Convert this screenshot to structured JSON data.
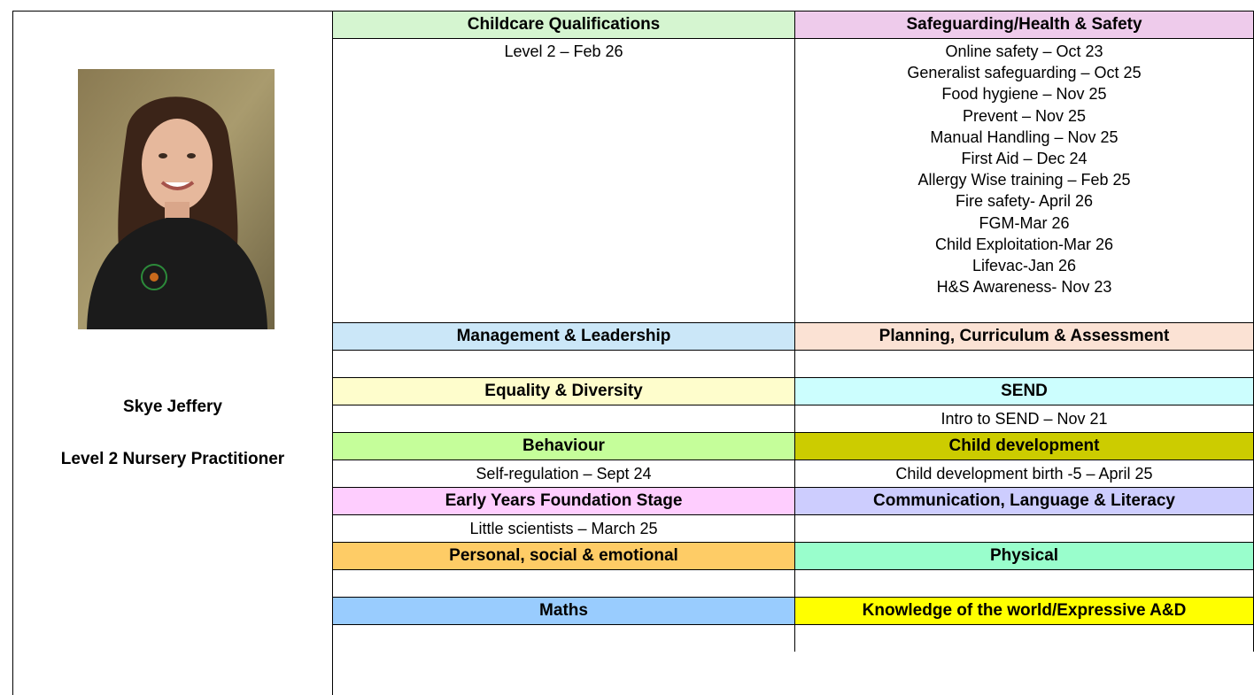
{
  "profile": {
    "name": "Skye Jeffery",
    "role": "Level 2 Nursery Practitioner",
    "photo_icon": "portrait-photo"
  },
  "sections": {
    "childcare_qualifications": {
      "title": "Childcare Qualifications",
      "color": "#d5f5d0",
      "items": [
        "Level 2 – Feb 26"
      ]
    },
    "safeguarding": {
      "title": "Safeguarding/Health & Safety",
      "color": "#eecbeb",
      "items": [
        "Online safety – Oct 23",
        "Generalist safeguarding – Oct 25",
        "Food hygiene – Nov 25",
        "Prevent – Nov 25",
        "Manual Handling – Nov 25",
        "First Aid – Dec 24",
        "Allergy Wise training – Feb 25",
        "Fire safety- April 26",
        "FGM-Mar 26",
        "Child Exploitation-Mar 26",
        "Lifevac-Jan 26",
        "H&S Awareness- Nov 23"
      ]
    },
    "management": {
      "title": "Management & Leadership",
      "color": "#cbe7f8",
      "items": []
    },
    "planning": {
      "title": "Planning, Curriculum & Assessment",
      "color": "#fbe2d4",
      "items": []
    },
    "equality": {
      "title": "Equality & Diversity",
      "color": "#fefdcc",
      "items": []
    },
    "send": {
      "title": "SEND",
      "color": "#ccfefe",
      "items": [
        "Intro to SEND – Nov 21"
      ]
    },
    "behaviour": {
      "title": "Behaviour",
      "color": "#c5fe9a",
      "items": [
        "Self-regulation – Sept 24"
      ]
    },
    "child_development": {
      "title": "Child development",
      "color": "#cccc00",
      "items": [
        "Child development birth -5 – April 25"
      ]
    },
    "eyfs": {
      "title": "Early Years Foundation Stage",
      "color": "#fecdfe",
      "items": [
        "Little scientists – March 25"
      ]
    },
    "communication": {
      "title": "Communication, Language & Literacy",
      "color": "#cdcdfe",
      "items": []
    },
    "pse": {
      "title": "Personal, social & emotional",
      "color": "#fecc66",
      "items": []
    },
    "physical": {
      "title": "Physical",
      "color": "#99fecc",
      "items": []
    },
    "maths": {
      "title": "Maths",
      "color": "#99ccfe",
      "items": []
    },
    "knowledge": {
      "title": "Knowledge of the world/Expressive A&D",
      "color": "#ffff00",
      "items": []
    }
  }
}
